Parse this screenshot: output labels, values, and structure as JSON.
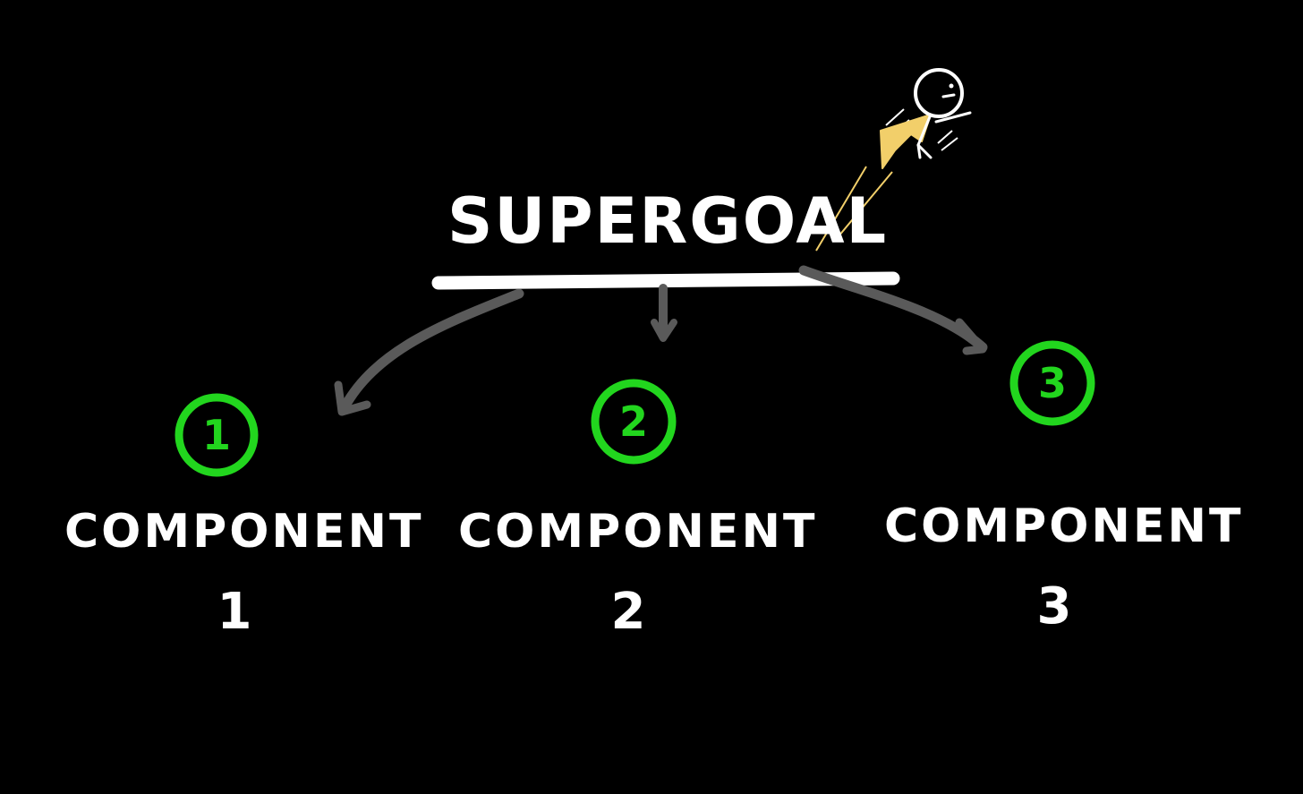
{
  "title": "SUPERGOAL",
  "components": [
    {
      "badge": "1",
      "label": "COMPONENT",
      "number": "1"
    },
    {
      "badge": "2",
      "label": "COMPONENT",
      "number": "2"
    },
    {
      "badge": "3",
      "label": "COMPONENT",
      "number": "3"
    }
  ],
  "colors": {
    "background": "#000000",
    "text": "#ffffff",
    "badge": "#22d61e",
    "arrow": "#5a5a5a",
    "cape": "#f2cf6a"
  },
  "icons": [
    "flying-stick-figure-icon",
    "arrow-icon"
  ]
}
